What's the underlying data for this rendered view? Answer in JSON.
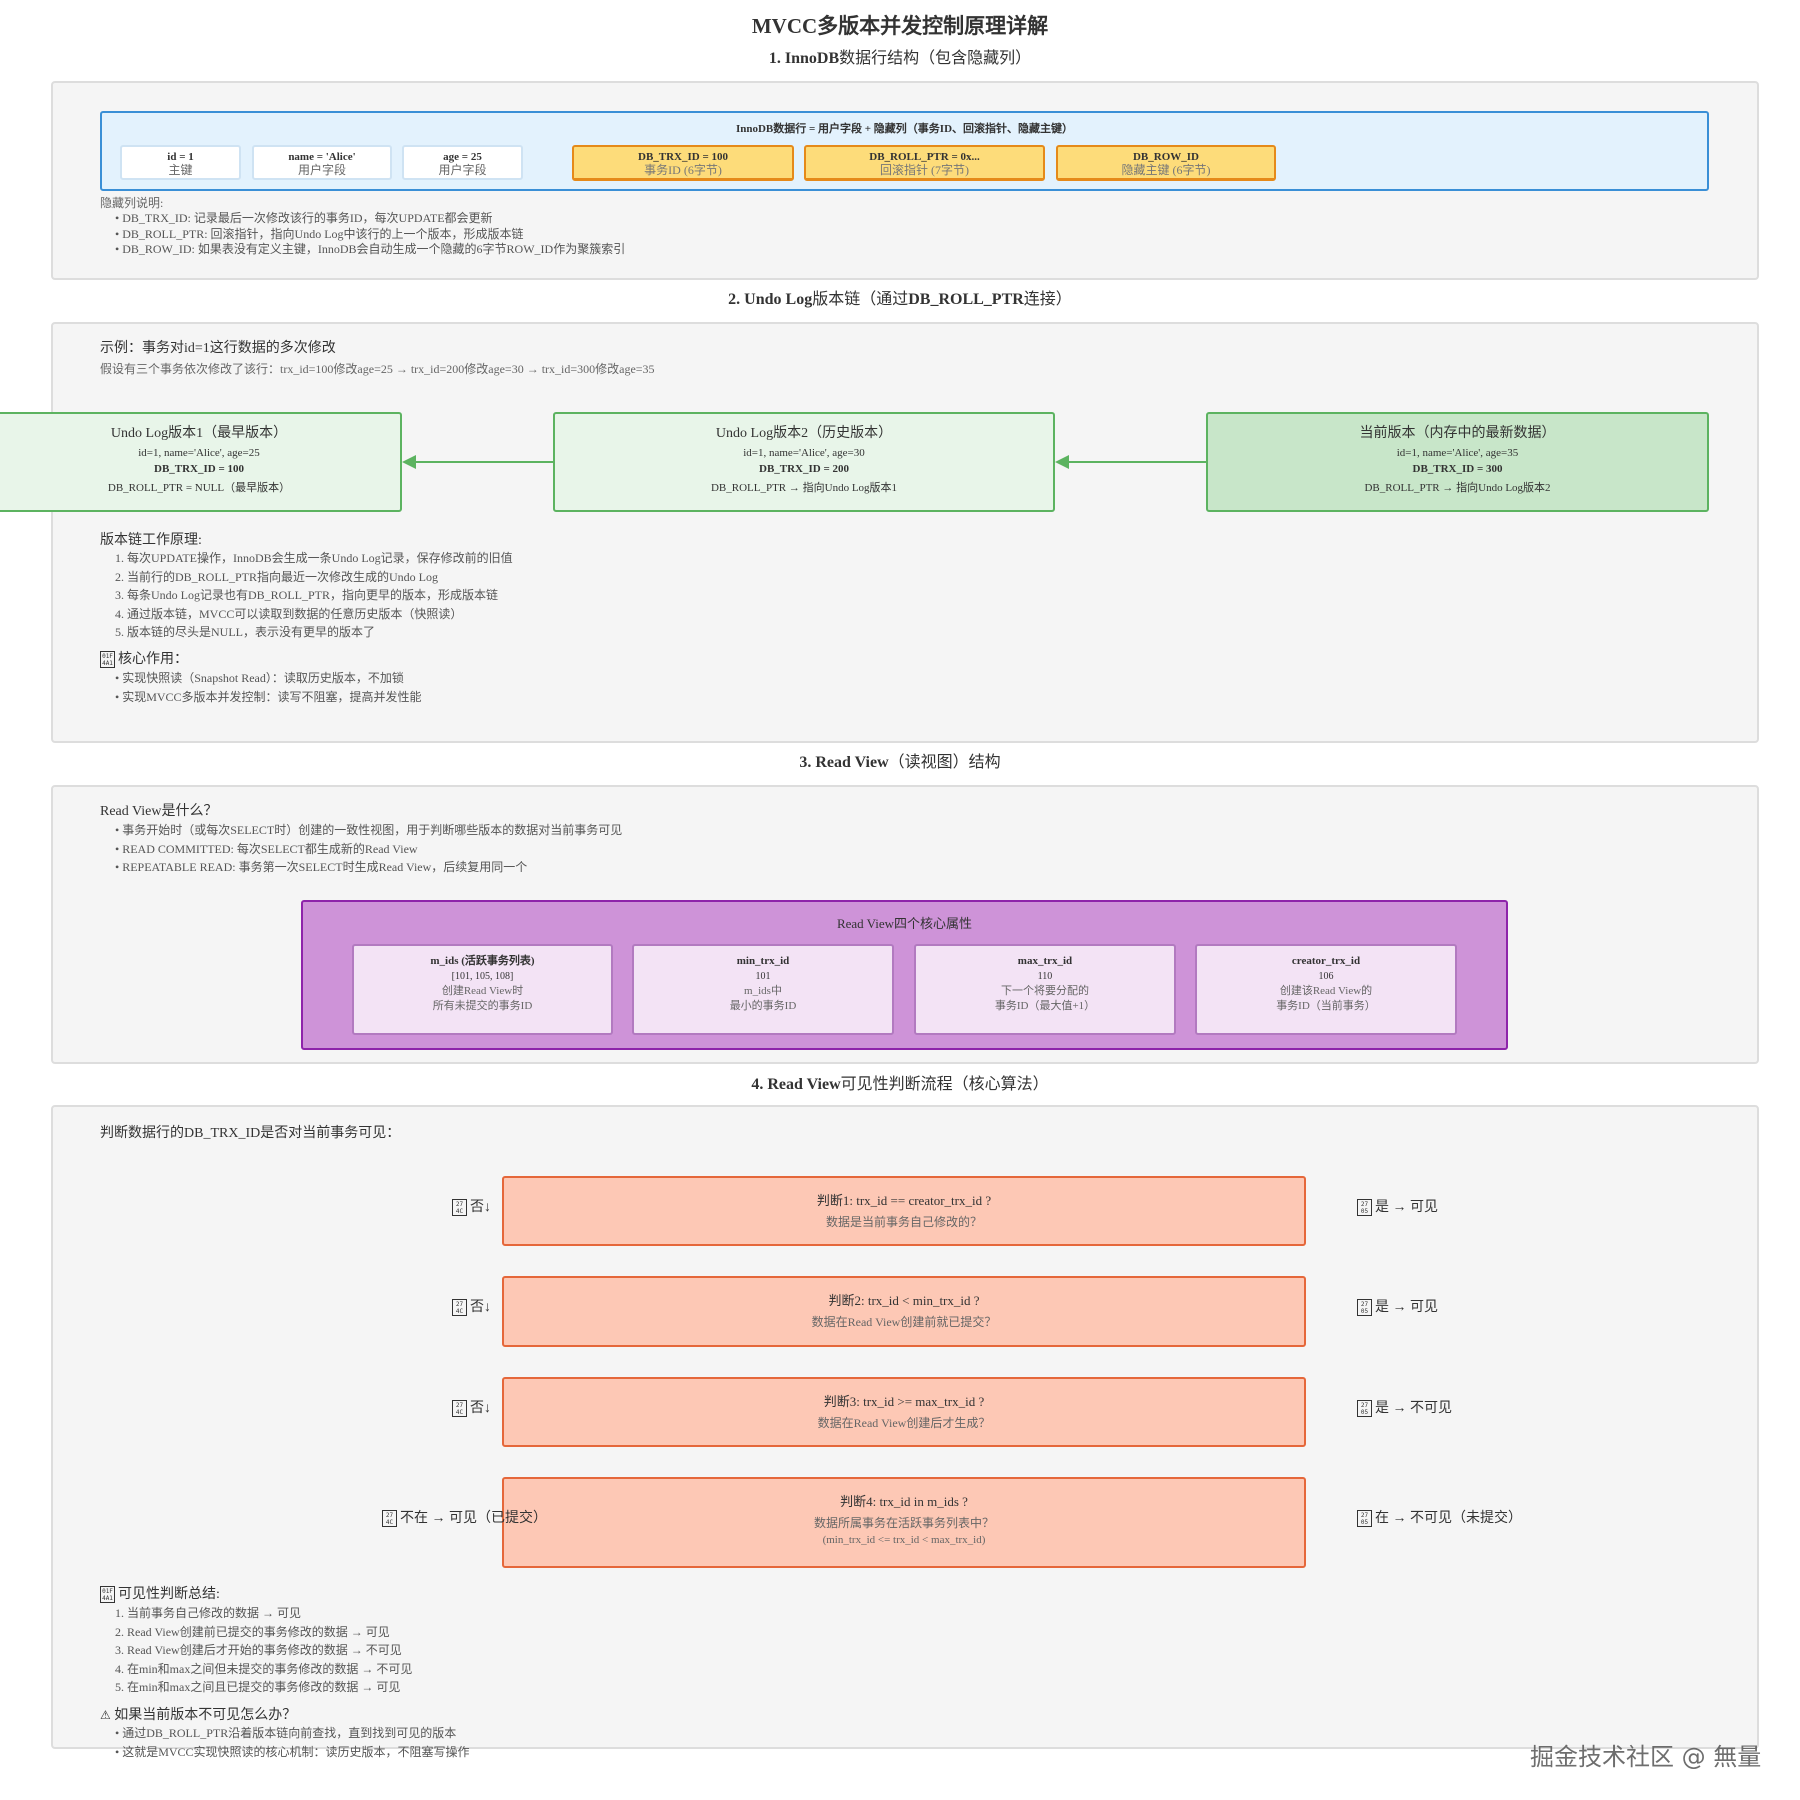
{
  "title": "MVCC多版本并发控制原理详解",
  "s1": {
    "title_b": "1. InnoDB",
    "title_r": "数据行结构（包含隐藏列）",
    "row_caption": "InnoDB数据行 = 用户字段 + 隐藏列（事务ID、回滚指针、隐藏主键）",
    "cells": [
      {
        "v": "id = 1",
        "d": "主键"
      },
      {
        "v": "name = 'Alice'",
        "d": "用户字段"
      },
      {
        "v": "age = 25",
        "d": "用户字段"
      }
    ],
    "hidden": [
      {
        "v": "DB_TRX_ID = 100",
        "d": "事务ID (6字节)"
      },
      {
        "v": "DB_ROLL_PTR = 0x...",
        "d": "回滚指针 (7字节)"
      },
      {
        "v": "DB_ROW_ID",
        "d": "隐藏主键 (6字节)"
      }
    ],
    "notes_title": "隐藏列说明:",
    "notes": [
      "• DB_TRX_ID: 记录最后一次修改该行的事务ID，每次UPDATE都会更新",
      "• DB_ROLL_PTR: 回滚指针，指向Undo Log中该行的上一个版本，形成版本链",
      "• DB_ROW_ID: 如果表没有定义主键，InnoDB会自动生成一个隐藏的6字节ROW_ID作为聚簇索引"
    ]
  },
  "s2": {
    "title_b": "2. Undo Log",
    "title_r": "版本链（通过",
    "title_b2": "DB_ROLL_PTR",
    "title_r2": "连接）",
    "example_title": "示例：事务对id=1这行数据的多次修改",
    "example_desc": "假设有三个事务依次修改了该行：trx_id=100修改age=25 → trx_id=200修改age=30 → trx_id=300修改age=35",
    "versions": [
      {
        "title": "Undo Log版本1（最早版本）",
        "row": "id=1, name='Alice', age=25",
        "trx": "DB_TRX_ID = 100",
        "ptr": "DB_ROLL_PTR = NULL（最早版本）",
        "color": "#e8f5e9"
      },
      {
        "title": "Undo Log版本2（历史版本）",
        "row": "id=1, name='Alice', age=30",
        "trx": "DB_TRX_ID = 200",
        "ptr": "DB_ROLL_PTR → 指向Undo Log版本1",
        "color": "#e8f5e9"
      },
      {
        "title": "当前版本（内存中的最新数据）",
        "row": "id=1, name='Alice', age=35",
        "trx": "DB_TRX_ID = 300",
        "ptr": "DB_ROLL_PTR → 指向Undo Log版本2",
        "color": "#c8e6c9"
      }
    ],
    "principle_title": "版本链工作原理:",
    "principles": [
      "1. 每次UPDATE操作，InnoDB会生成一条Undo Log记录，保存修改前的旧值",
      "2. 当前行的DB_ROLL_PTR指向最近一次修改生成的Undo Log",
      "3. 每条Undo Log记录也有DB_ROLL_PTR，指向更早的版本，形成版本链",
      "4. 通过版本链，MVCC可以读取到数据的任意历史版本（快照读）",
      "5. 版本链的尽头是NULL，表示没有更早的版本了"
    ],
    "core_icon": "lightbulb-icon",
    "core_icon_code": "01F 4A1",
    "core_title": "核心作用：",
    "core": [
      "• 实现快照读（Snapshot Read）：读取历史版本，不加锁",
      "• 实现MVCC多版本并发控制：读写不阻塞，提高并发性能"
    ]
  },
  "s3": {
    "title_b": "3. Read View",
    "title_r": "（读视图）结构",
    "what_title": "Read View是什么？",
    "what": [
      "• 事务开始时（或每次SELECT时）创建的一致性视图，用于判断哪些版本的数据对当前事务可见",
      "• READ COMMITTED: 每次SELECT都生成新的Read View",
      "• REPEATABLE READ: 事务第一次SELECT时生成Read View，后续复用同一个"
    ],
    "box_title": "Read View四个核心属性",
    "props": [
      {
        "name": "m_ids (活跃事务列表)",
        "value": "[101, 105, 108]",
        "d1": "创建Read View时",
        "d2": "所有未提交的事务ID"
      },
      {
        "name": "min_trx_id",
        "value": "101",
        "d1": "m_ids中",
        "d2": "最小的事务ID"
      },
      {
        "name": "max_trx_id",
        "value": "110",
        "d1": "下一个将要分配的",
        "d2": "事务ID（最大值+1）"
      },
      {
        "name": "creator_trx_id",
        "value": "106",
        "d1": "创建该Read View的",
        "d2": "事务ID（当前事务）"
      }
    ]
  },
  "s4": {
    "title_b": "4. Read View",
    "title_r": "可见性判断流程（核心算法）",
    "intro": "判断数据行的DB_TRX_ID是否对当前事务可见：",
    "no_icon": "cross-mark-icon",
    "no_code": "27 4C",
    "yes_icon": "check-mark-icon",
    "yes_code": "27 05",
    "steps": [
      {
        "q": "判断1: trx_id == creator_trx_id ?",
        "d": "数据是当前事务自己修改的？",
        "left": "否↓",
        "right": "是 → 可见"
      },
      {
        "q": "判断2: trx_id < min_trx_id ?",
        "d": "数据在Read View创建前就已提交？",
        "left": "否↓",
        "right": "是 → 可见"
      },
      {
        "q": "判断3: trx_id >= max_trx_id ?",
        "d": "数据在Read View创建后才生成？",
        "left": "否↓",
        "right": "是 → 不可见"
      },
      {
        "q": "判断4: trx_id in m_ids ?",
        "d": "数据所属事务在活跃事务列表中？",
        "d2": "(min_trx_id <= trx_id < max_trx_id)",
        "left": "不在 → 可见（已提交）",
        "right": "在 → 不可见（未提交）"
      }
    ],
    "summary_title": "可见性判断总结:",
    "summary": [
      "1. 当前事务自己修改的数据 → 可见",
      "2. Read View创建前已提交的事务修改的数据 → 可见",
      "3. Read View创建后才开始的事务修改的数据 → 不可见",
      "4. 在min和max之间但未提交的事务修改的数据 → 不可见",
      "5. 在min和max之间且已提交的事务修改的数据 → 可见"
    ],
    "warn_icon": "⚠",
    "warn_title": "如果当前版本不可见怎么办？",
    "warn": [
      "• 通过DB_ROLL_PTR沿着版本链向前查找，直到找到可见的版本",
      "• 这就是MVCC实现快照读的核心机制：读历史版本，不阻塞写操作"
    ]
  },
  "watermark": "掘金技术社区 @ 無量"
}
